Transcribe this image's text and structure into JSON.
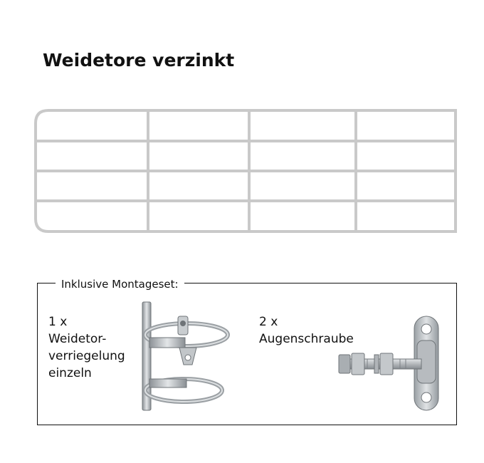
{
  "title": "Weidetore verzinkt",
  "montageset": {
    "label": "Inklusive Montageset:",
    "items": [
      {
        "quantity": "1 x",
        "name_lines": [
          "Weidetor-",
          "verriegelung",
          "einzeln"
        ],
        "icon": "gate-latch-icon"
      },
      {
        "quantity": "2 x",
        "name_lines": [
          "Augenschraube"
        ],
        "icon": "eye-bolt-icon"
      }
    ]
  },
  "colors": {
    "gate": "#c8c8c8",
    "metal": "#b9bdc1",
    "border": "#111111"
  }
}
